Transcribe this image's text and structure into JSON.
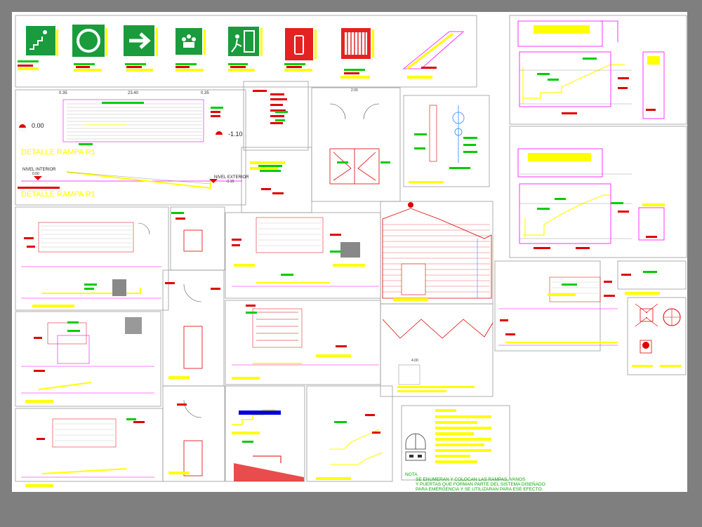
{
  "colors": {
    "background": "#7f7f7f",
    "sheet": "#ffffff",
    "text_yellow": "#ffff00",
    "text_red": "#e00000",
    "text_green": "#00cc00",
    "signage_green": "#1a9b3c",
    "signage_red": "#e52222",
    "magenta": "#ff00ff",
    "line_gray": "#999999"
  },
  "signs": [
    {
      "icon": "emergency-stair-exit-icon",
      "color": "#1a9b3c"
    },
    {
      "icon": "meeting-point-circle-icon",
      "color": "#1a9b3c"
    },
    {
      "icon": "right-arrow-icon",
      "color": "#1a9b3c"
    },
    {
      "icon": "assembly-people-icon",
      "color": "#1a9b3c"
    },
    {
      "icon": "exit-door-icon",
      "color": "#1a9b3c"
    },
    {
      "icon": "fire-extinguisher-icon",
      "color": "#e52222"
    },
    {
      "icon": "fire-cabinet-icon",
      "color": "#e52222"
    }
  ],
  "ramp_detail": {
    "level_start": "0.00",
    "level_end": "-1.10",
    "dim_left": "0.35",
    "dim_mid": "23.40",
    "dim_right": "0.35",
    "title_plan": "DETALLE RAMPA R1",
    "title_elev": "DETALLE RAMPA R1",
    "nivel_interior": "NIVEL INTERIOR",
    "nivel_exterior": "NIVEL EXTERIOR",
    "interior_value": "0.00",
    "exterior_value": "-1.15",
    "dim_doors": "2.00",
    "dim_wave": "4.00"
  },
  "note": {
    "label": "NOTA",
    "line1": "SE ENUMERAN Y COLOCAN LAS RAMPAS, VANOS",
    "line2": "Y PUERTAS QUE FORMAN PARTE DEL SISTEMA DISEÑADO",
    "line3": "PARA EMERGENCIA Y SE UTILIZARAN PARA ESE EFECTO."
  }
}
